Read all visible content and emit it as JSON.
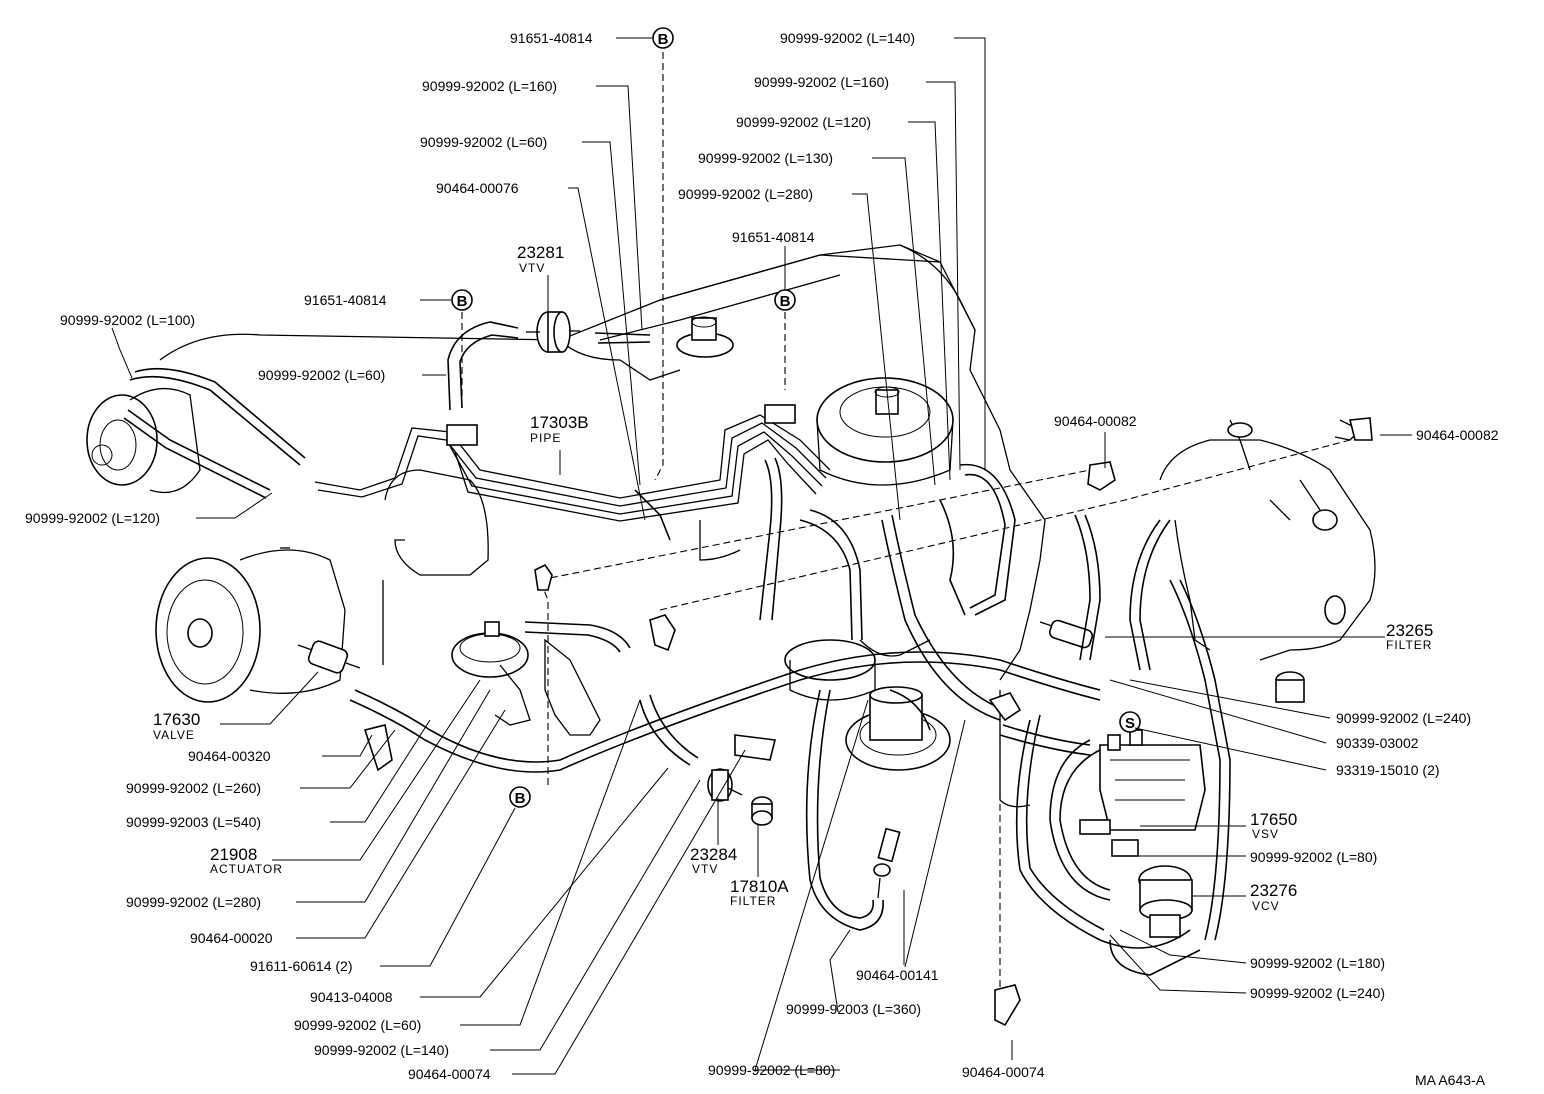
{
  "diagram_code": "MA  A643-A",
  "ref_markers": {
    "b": "B",
    "s": "S"
  },
  "labels": {
    "l_91651_top": "91651-40814",
    "l_160_a": "90999-92002 (L=160)",
    "l_60_a": "90999-92002 (L=60)",
    "l_90464_00076": "90464-00076",
    "l_23281": "23281",
    "l_23281_sub": "VTV",
    "l_100": "90999-92002 (L=100)",
    "l_91651_left": "91651-40814",
    "l_60_b": "90999-92002 (L=60)",
    "l_17303b": "17303B",
    "l_17303b_sub": "PIPE",
    "l_120_left": "90999-92002 (L=120)",
    "l_140_top": "90999-92002 (L=140)",
    "l_160_b": "90999-92002 (L=160)",
    "l_120_b": "90999-92002 (L=120)",
    "l_130": "90999-92002 (L=130)",
    "l_280_top": "90999-92002 (L=280)",
    "l_91651_mid": "91651-40814",
    "l_90464_00082_a": "90464-00082",
    "l_90464_00082_b": "90464-00082",
    "l_23265": "23265",
    "l_23265_sub": "FILTER",
    "l_240_a": "90999-92002 (L=240)",
    "l_90339": "90339-03002",
    "l_93319": "93319-15010 (2)",
    "l_17650": "17650",
    "l_17650_sub": "VSV",
    "l_80_r": "90999-92002 (L=80)",
    "l_23276": "23276",
    "l_23276_sub": "VCV",
    "l_180": "90999-92002 (L=180)",
    "l_240_b": "90999-92002 (L=240)",
    "l_17630": "17630",
    "l_17630_sub": "VALVE",
    "l_90464_00320": "90464-00320",
    "l_260": "90999-92002 (L=260)",
    "l_540": "90999-92003 (L=540)",
    "l_21908": "21908",
    "l_21908_sub": "ACTUATOR",
    "l_280_b": "90999-92002 (L=280)",
    "l_90464_00020": "90464-00020",
    "l_91611": "91611-60614 (2)",
    "l_90413": "90413-04008",
    "l_60_c": "90999-92002 (L=60)",
    "l_140_b": "90999-92002 (L=140)",
    "l_90464_00074_a": "90464-00074",
    "l_23284": "23284",
    "l_23284_sub": "VTV",
    "l_17810a": "17810A",
    "l_17810a_sub": "FILTER",
    "l_360": "90999-92003 (L=360)",
    "l_90464_00141": "90464-00141",
    "l_80_b": "90999-92002 (L=80)",
    "l_90464_00074_b": "90464-00074"
  }
}
